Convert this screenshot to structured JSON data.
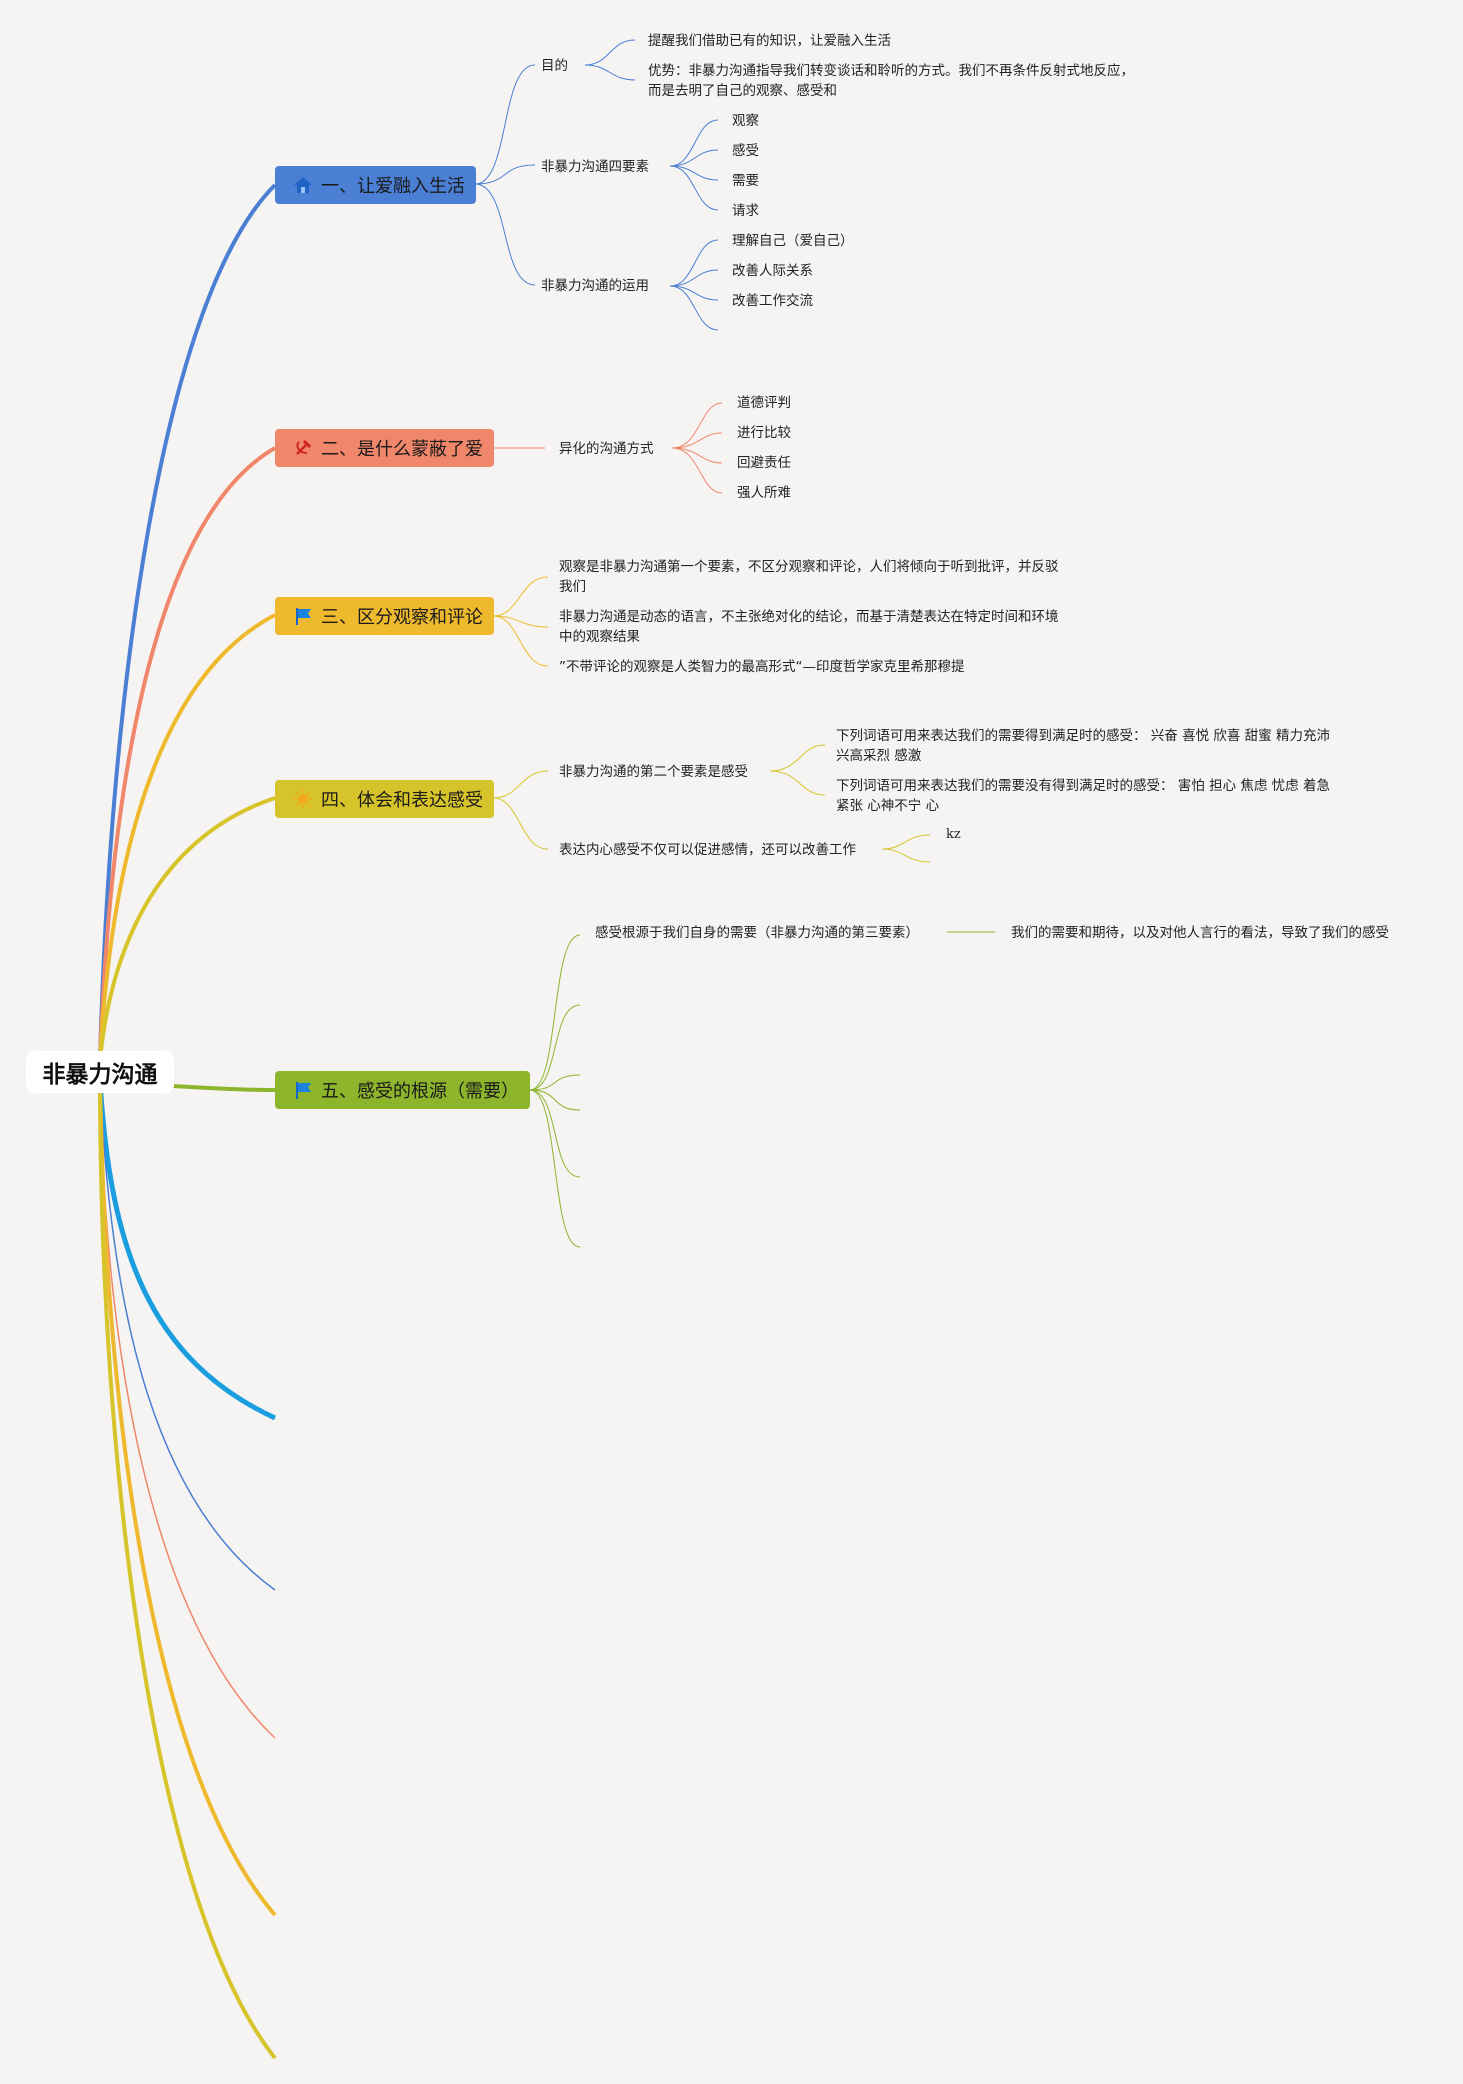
{
  "root": {
    "label": "非暴力沟通"
  },
  "branches": [
    {
      "label": "一、让爱融入生活",
      "icon": "house-icon",
      "color": "#4a7fd4",
      "children": [
        {
          "label": "目的",
          "children": [
            "提醒我们借助已有的知识，让爱融入生活",
            "优势：非暴力沟通指导我们转变谈话和聆听的方式。我们不再条件反射式地反应，而是去明了自己的观察、感受和"
          ]
        },
        {
          "label": "非暴力沟通四要素",
          "children": [
            "观察",
            "感受",
            "需要",
            "请求"
          ]
        },
        {
          "label": "非暴力沟通的运用",
          "children": [
            "理解自己（爱自己）",
            "改善人际关系",
            "改善工作交流"
          ]
        }
      ]
    },
    {
      "label": "二、是什么蒙蔽了爱",
      "icon": "hammer-sickle-icon",
      "color": "#f0866a",
      "children": [
        {
          "label": "异化的沟通方式",
          "children": [
            "道德评判",
            "进行比较",
            "回避责任",
            "强人所难"
          ]
        }
      ]
    },
    {
      "label": "三、区分观察和评论",
      "icon": "flag-icon",
      "color": "#efb92d",
      "children": [
        {
          "label": "观察是非暴力沟通第一个要素，不区分观察和评论，人们将倾向于听到批评，并反驳我们"
        },
        {
          "label": "非暴力沟通是动态的语言，不主张绝对化的结论，而基于清楚表达在特定时间和环境中的观察结果"
        },
        {
          "label": "”不带评论的观察是人类智力的最高形式“—印度哲学家克里希那穆提"
        }
      ]
    },
    {
      "label": "四、体会和表达感受",
      "icon": "sun-icon",
      "color": "#d7c42b",
      "children": [
        {
          "label": "非暴力沟通的第二个要素是感受",
          "children": [
            "下列词语可用来表达我们的需要得到满足时的感受： 兴奋 喜悦 欣喜 甜蜜 精力充沛 兴高采烈 感激",
            "下列词语可用来表达我们的需要没有得到满足时的感受： 害怕 担心 焦虑 忧虑 着急 紧张 心神不宁 心"
          ]
        },
        {
          "label": "表达内心感受不仅可以促进感情，还可以改善工作",
          "children": [
            "kz"
          ]
        }
      ]
    },
    {
      "label": "五、感受的根源（需要）",
      "icon": "flag-icon",
      "color": "#8db52c",
      "children": [
        {
          "label": "感受根源于我们自身的需要（非暴力沟通的第三要素）",
          "children": [
            "我们的需要和期待，以及对他人言行的看法，导致了我们的感受"
          ]
        }
      ]
    }
  ],
  "colors": {
    "background": "#f5f4f2",
    "blue": "#4a7fd4",
    "orange": "#f0866a",
    "yellow": "#efb92d",
    "olive": "#d7c42b",
    "green": "#8db52c",
    "cyan": "#1a9ee0"
  }
}
